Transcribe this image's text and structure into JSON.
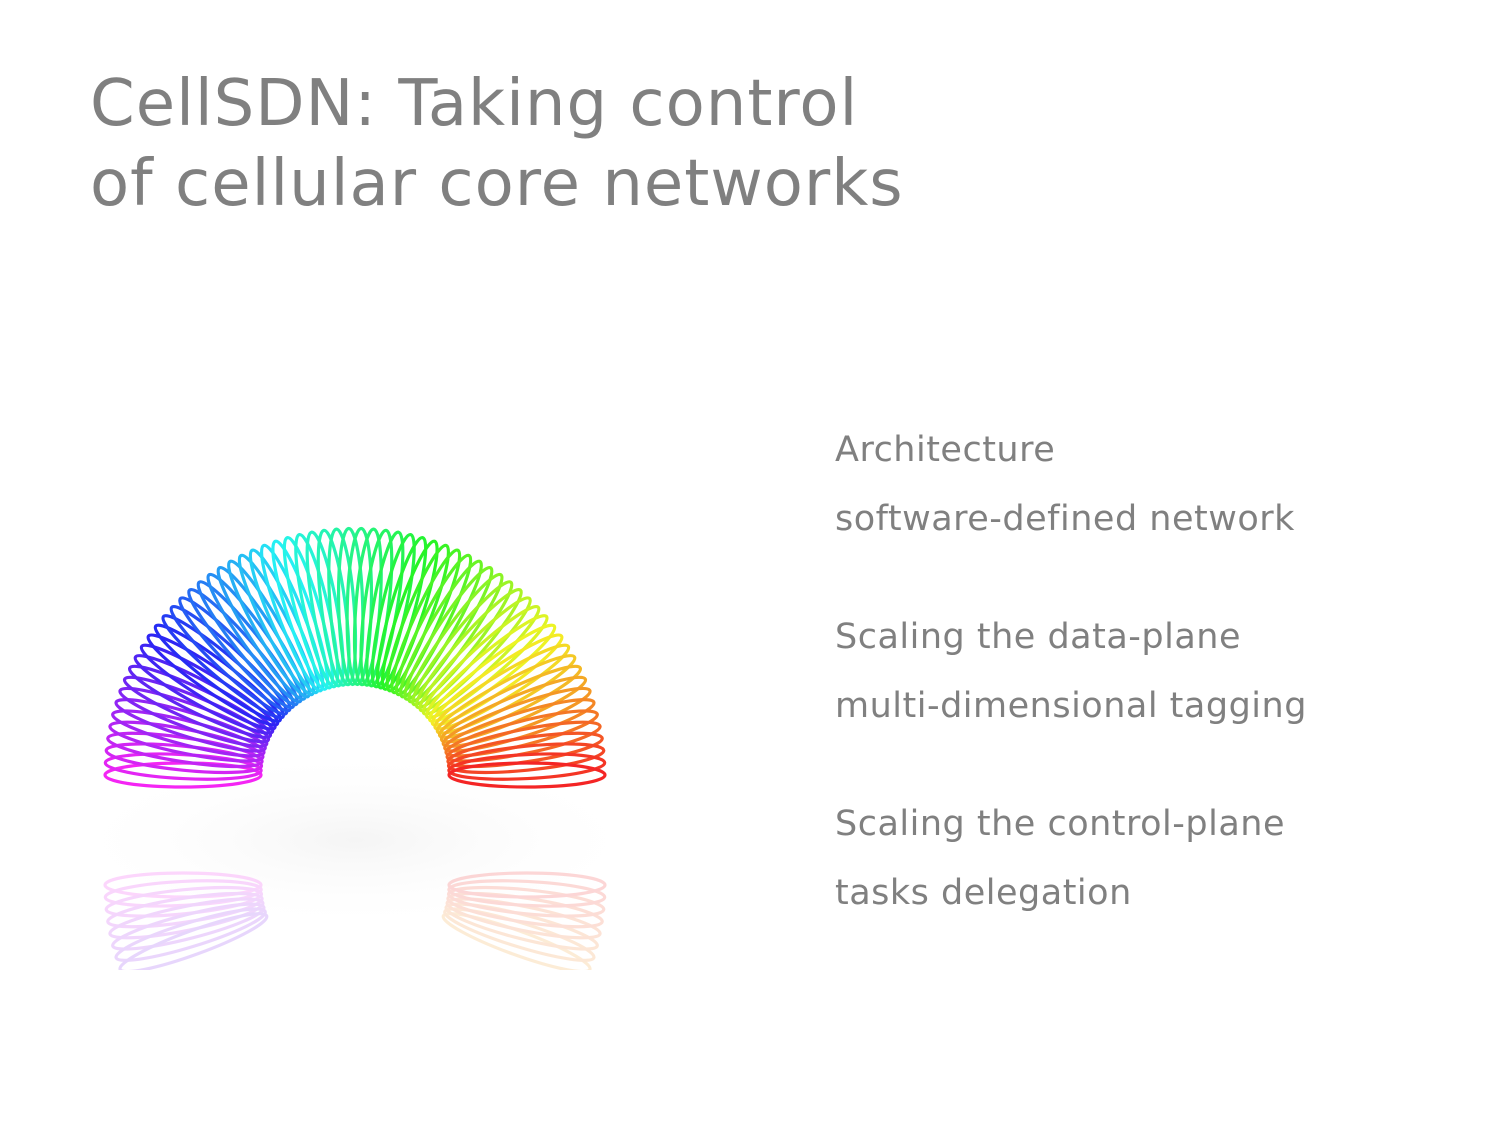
{
  "title": {
    "line1": "CellSDN: Taking control",
    "line2": "of cellular core networks"
  },
  "bullets": [
    {
      "heading": "Architecture",
      "detail": "software-defined network"
    },
    {
      "heading": "Scaling the data-plane",
      "detail": "multi-dimensional tagging"
    },
    {
      "heading": "Scaling the control-plane",
      "detail": "tasks delegation"
    }
  ],
  "image": {
    "icon": "rainbow-slinky-image"
  }
}
